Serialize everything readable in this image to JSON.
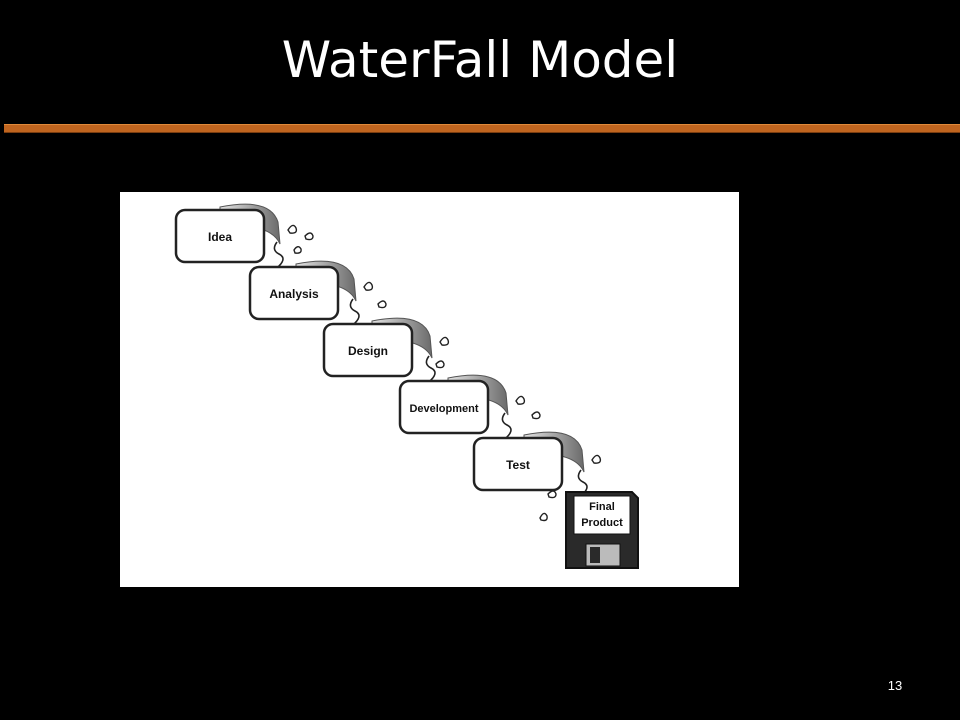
{
  "slide": {
    "title": "WaterFall Model",
    "page_number": "13"
  },
  "diagram": {
    "stages": [
      "Idea",
      "Analysis",
      "Design",
      "Development",
      "Test"
    ],
    "final_product": [
      "Final",
      "Product"
    ]
  }
}
